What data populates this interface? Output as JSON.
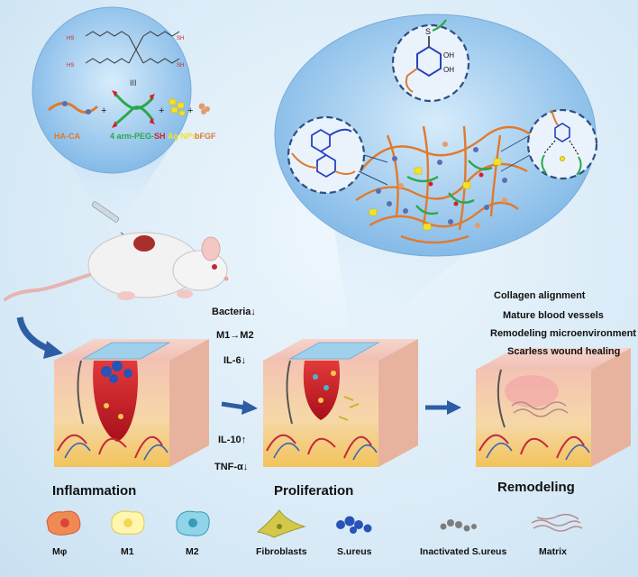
{
  "components": {
    "ha_ca": "HA-CA",
    "peg_prefix": "4 arm-PEG-",
    "peg_suffix": "SH",
    "ag_nps": "Ag NPs",
    "bfgf": "bFGF"
  },
  "effects": [
    "Bacteria↓",
    "M1→M2",
    "IL-6↓",
    "IL-10↑",
    "TNF-α↓"
  ],
  "outcomes": [
    "Collagen alignment",
    "Mature blood vessels",
    "Remodeling microenvironment",
    "Scarless wound healing"
  ],
  "stages": [
    "Inflammation",
    "Proliferation",
    "Remodeling"
  ],
  "legend": [
    "Mφ",
    "M1",
    "M2",
    "Fibroblasts",
    "S.ureus",
    "Inactivated S.ureus",
    "Matrix"
  ],
  "colors": {
    "background": "#dfeef8",
    "arrow": "#2d5da3",
    "ha_ca": "#e07a2e",
    "peg": "#2aa84a",
    "thiol": "#d4202a",
    "ag": "#f5e12a",
    "bacteria": "#2953b8"
  }
}
